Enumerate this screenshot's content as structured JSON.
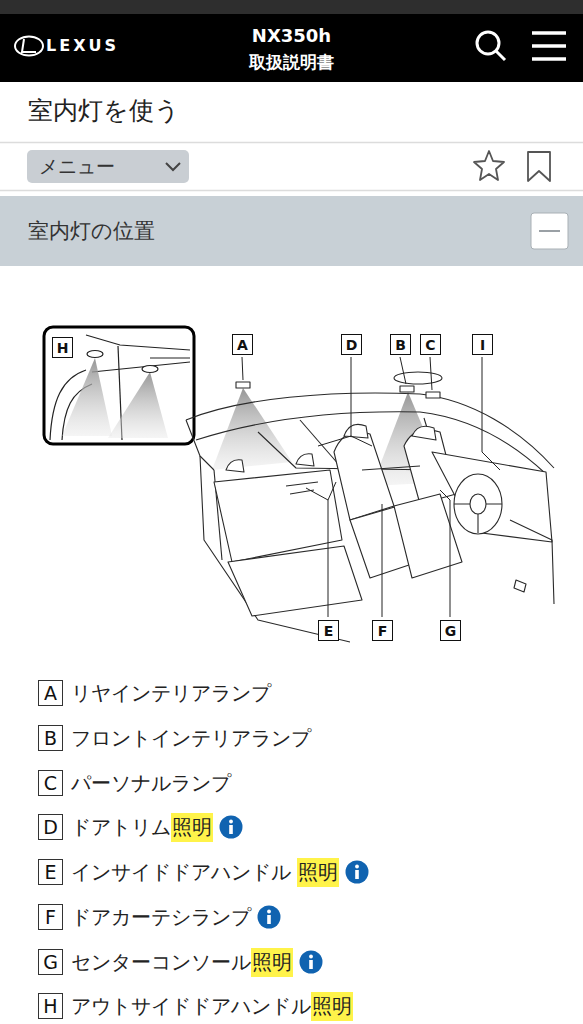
{
  "diagram": {
    "title": "室内灯を使う",
    "nodes": [
      {
        "text": [
          "LEXUS",
          "NX350h",
          "取扱説明書"
        ]
      },
      {
        "text": [
          "メニュー"
        ]
      },
      {
        "text": [
          "室内灯の位置"
        ]
      },
      {
        "text": [
          "H"
        ]
      },
      {
        "text": [
          "A"
        ]
      },
      {
        "text": [
          "D"
        ]
      },
      {
        "text": [
          "B"
        ]
      },
      {
        "text": [
          "C"
        ]
      },
      {
        "text": [
          "I"
        ]
      },
      {
        "text": [
          "E"
        ]
      },
      {
        "text": [
          "F"
        ]
      },
      {
        "text": [
          "G"
        ]
      },
      {
        "text": [
          "A"
        ]
      },
      {
        "text": [
          "B"
        ]
      },
      {
        "text": [
          "C"
        ]
      },
      {
        "text": [
          "D"
        ]
      },
      {
        "text": [
          "E"
        ]
      },
      {
        "text": [
          "F"
        ]
      },
      {
        "text": [
          "G"
        ]
      },
      {
        "text": [
          "H"
        ]
      }
    ],
    "labels": [
      "リヤインテリアランプ",
      "フロントインテリアランプ",
      "パーソナルランプ",
      "ドアトリム",
      "照明",
      "インサイドドアハンドル",
      "照明",
      "ドアカーテシランプ",
      "センターコンソール",
      "照明",
      "アウトサイドドアハンドル",
      "照明"
    ]
  }
}
